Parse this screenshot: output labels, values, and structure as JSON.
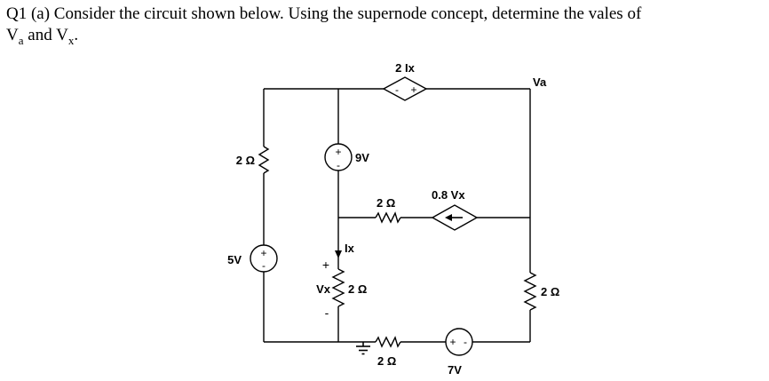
{
  "question": {
    "line1": "Q1 (a) Consider the circuit shown below.  Using the supernode concept, determine the vales of",
    "v_symbol": "V",
    "sub_a": "a",
    "and_v": " and V",
    "sub_x": "x",
    "period": "."
  },
  "labels": {
    "source_2ix": "2 Ix",
    "node_va": "Va",
    "r_left": "2 Ω",
    "src_9v": "9V",
    "r_mid": "2 Ω",
    "dep_08vx": "0.8 Vx",
    "src_5v": "5V",
    "current_ix": "Ix",
    "vx_name": "Vx",
    "r_vx": "2 Ω",
    "r_right": "2 Ω",
    "r_bottom": "2 Ω",
    "src_7v": "7V"
  },
  "polarity": {
    "plus": "+",
    "minus": "-"
  }
}
